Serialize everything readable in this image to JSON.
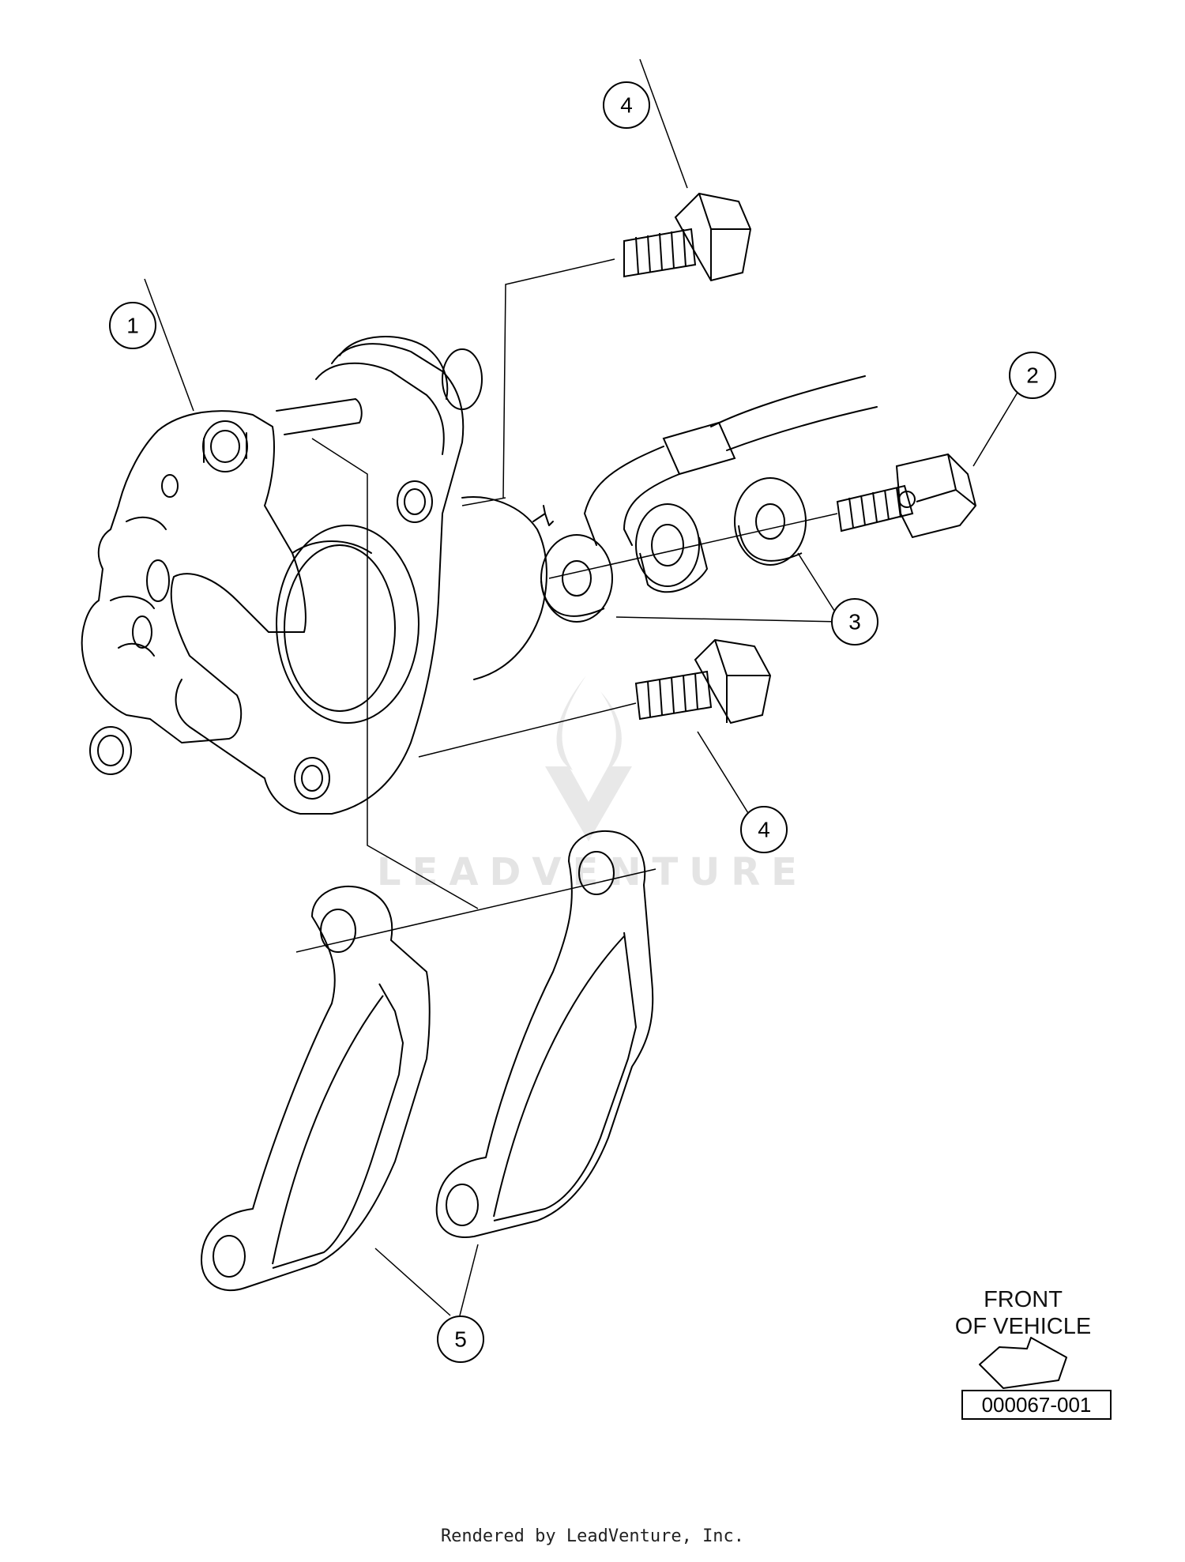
{
  "callouts": [
    {
      "id": "1",
      "label": "1"
    },
    {
      "id": "2",
      "label": "2"
    },
    {
      "id": "3",
      "label": "3"
    },
    {
      "id": "4a",
      "label": "4"
    },
    {
      "id": "4b",
      "label": "4"
    },
    {
      "id": "5",
      "label": "5"
    }
  ],
  "watermark": {
    "text": "LEADVENTURE"
  },
  "orientation": {
    "line1": "FRONT",
    "line2": "OF VEHICLE",
    "icon": "arrow-right-icon"
  },
  "drawing_number": "000067-001",
  "footer": {
    "rendered_by": "Rendered by LeadVenture, Inc."
  },
  "colors": {
    "line": "#000000",
    "watermark": "#e2e2e2"
  }
}
